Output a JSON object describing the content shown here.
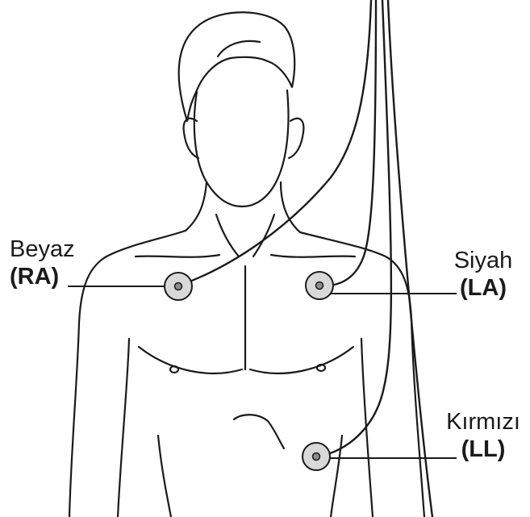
{
  "electrodes": [
    {
      "id": "ra",
      "name": "Beyaz",
      "code": "(RA)"
    },
    {
      "id": "la",
      "name": "Siyah",
      "code": "(LA)"
    },
    {
      "id": "ll",
      "name": "Kırmızı",
      "code": "(LL)"
    }
  ],
  "colors": {
    "line": "#1a1a1a",
    "electrode_fill": "#d9d9d9",
    "electrode_dot": "#8c8c8c",
    "background": "#ffffff"
  }
}
